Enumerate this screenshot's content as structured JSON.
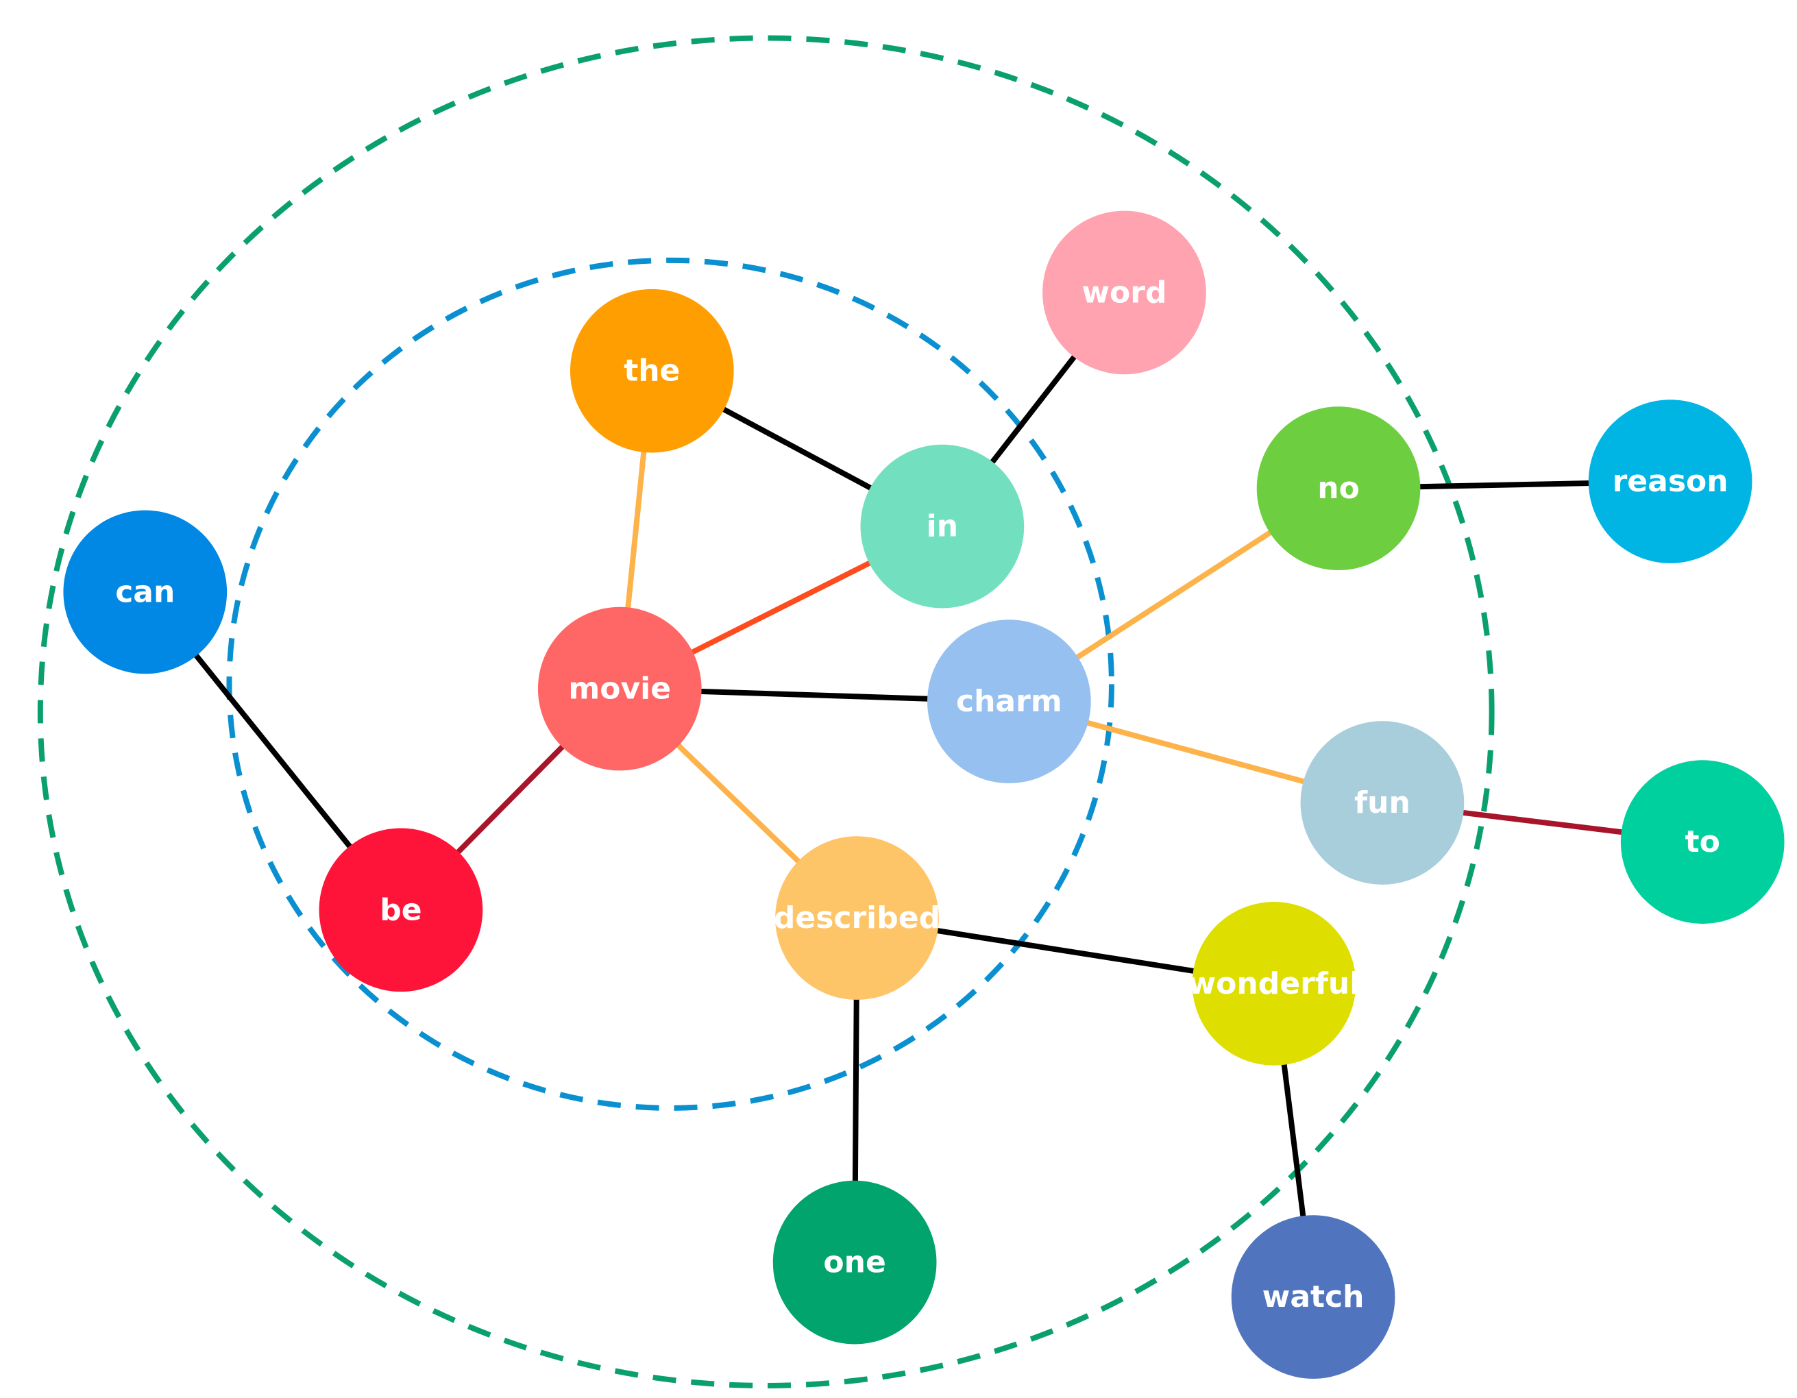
{
  "nodes": [
    {
      "id": "the",
      "label": "the",
      "color": "#FF9E00"
    },
    {
      "id": "word",
      "label": "word",
      "color": "#FFA3B0"
    },
    {
      "id": "in",
      "label": "in",
      "color": "#72E0BE"
    },
    {
      "id": "no",
      "label": "no",
      "color": "#6DCF3F"
    },
    {
      "id": "reason",
      "label": "reason",
      "color": "#00B4E4"
    },
    {
      "id": "can",
      "label": "can",
      "color": "#0088E4"
    },
    {
      "id": "movie",
      "label": "movie",
      "color": "#FF6666"
    },
    {
      "id": "charm",
      "label": "charm",
      "color": "#96C0F0"
    },
    {
      "id": "fun",
      "label": "fun",
      "color": "#A8CEDC"
    },
    {
      "id": "to",
      "label": "to",
      "color": "#00D09E"
    },
    {
      "id": "be",
      "label": "be",
      "color": "#FF1439"
    },
    {
      "id": "described",
      "label": "described",
      "color": "#FEC468"
    },
    {
      "id": "wonderful",
      "label": "wonderful",
      "color": "#DEDE00"
    },
    {
      "id": "one",
      "label": "one",
      "color": "#00A46C"
    },
    {
      "id": "watch",
      "label": "watch",
      "color": "#5074BE"
    }
  ],
  "edges": [
    {
      "from": "the",
      "to": "in",
      "color": "#000000"
    },
    {
      "from": "word",
      "to": "in",
      "color": "#000000"
    },
    {
      "from": "the",
      "to": "movie",
      "color": "#FDB34A"
    },
    {
      "from": "in",
      "to": "movie",
      "color": "#FF4C1F"
    },
    {
      "from": "movie",
      "to": "charm",
      "color": "#000000"
    },
    {
      "from": "charm",
      "to": "no",
      "color": "#FDB34A"
    },
    {
      "from": "no",
      "to": "reason",
      "color": "#000000"
    },
    {
      "from": "charm",
      "to": "fun",
      "color": "#FDB34A"
    },
    {
      "from": "fun",
      "to": "to",
      "color": "#A8142A"
    },
    {
      "from": "can",
      "to": "be",
      "color": "#000000"
    },
    {
      "from": "movie",
      "to": "be",
      "color": "#A8142A"
    },
    {
      "from": "movie",
      "to": "described",
      "color": "#FDB34A"
    },
    {
      "from": "described",
      "to": "wonderful",
      "color": "#000000"
    },
    {
      "from": "described",
      "to": "one",
      "color": "#000000"
    },
    {
      "from": "wonderful",
      "to": "watch",
      "color": "#000000"
    }
  ],
  "hop_rings": [
    {
      "id": "inner-ring",
      "color": "#0A90D0"
    },
    {
      "id": "outer-ring",
      "color": "#0AA06E"
    }
  ]
}
